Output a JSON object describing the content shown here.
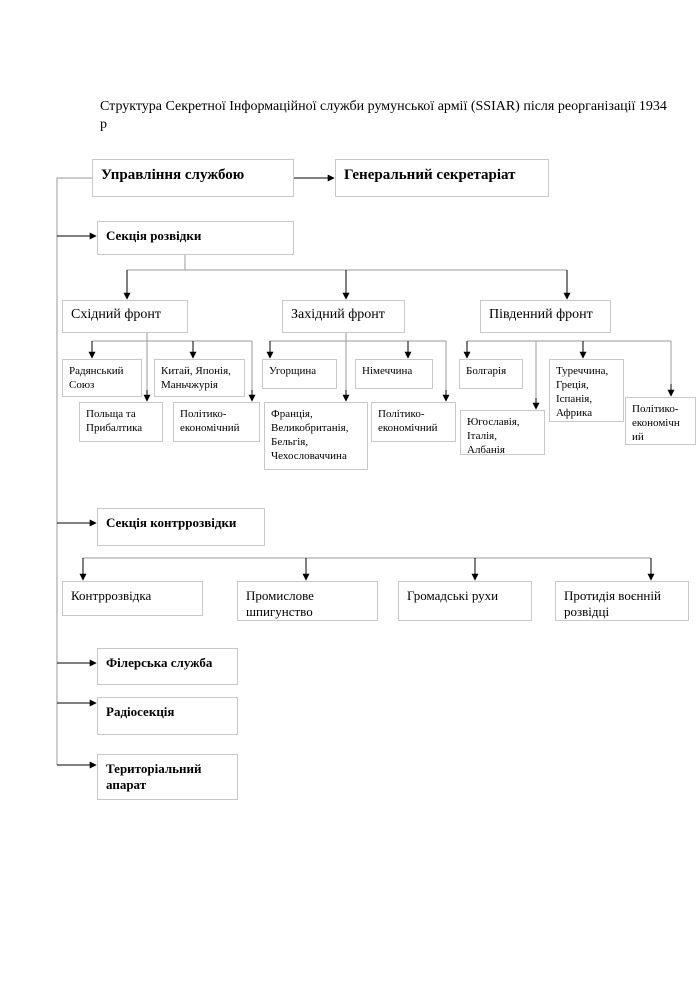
{
  "title": "Структура Секретної Інформаційної служби румунської армії (SSIAR) після реорганізації 1934 р",
  "nodes": {
    "management": "Управління службою",
    "secretariat": "Генеральний секретаріат",
    "intelligence": "Секція розвідки",
    "east_front": "Східний фронт",
    "west_front": "Західний фронт",
    "south_front": "Південний фронт",
    "ussr": "Радянський\nСоюз",
    "china": "Китай, Японія,\nМаньчжурія",
    "poland": "Польща та\nПрибалтика",
    "east_polecon": "Політико-\nекономічний",
    "hungary": "Угорщина",
    "germany": "Німеччина",
    "france": "Франція,\nВеликобританія,\nБельгія,\nЧехословаччина",
    "west_polecon": "Політико-\nекономічний",
    "bulgaria": "Болгарія",
    "turkey": "Туреччина,\nГреція,\nІспанія,\nАфрика",
    "yugoslavia": "Югославія,\nІталія,\nАлбанія",
    "south_polecon": "Політико-\nекономічн\nий",
    "counterintel": "Секція контррозвідки",
    "counterintel_sub": "Контррозвідка",
    "ind_espionage": "Промислове\nшпигунство",
    "public_movements": "Громадські рухи",
    "counter_war_intel": "Протидія воєнній\nрозвідці",
    "filer": "Філерська служба",
    "radio": "Радіосекція",
    "territorial": "Територіальний\nапарат"
  }
}
